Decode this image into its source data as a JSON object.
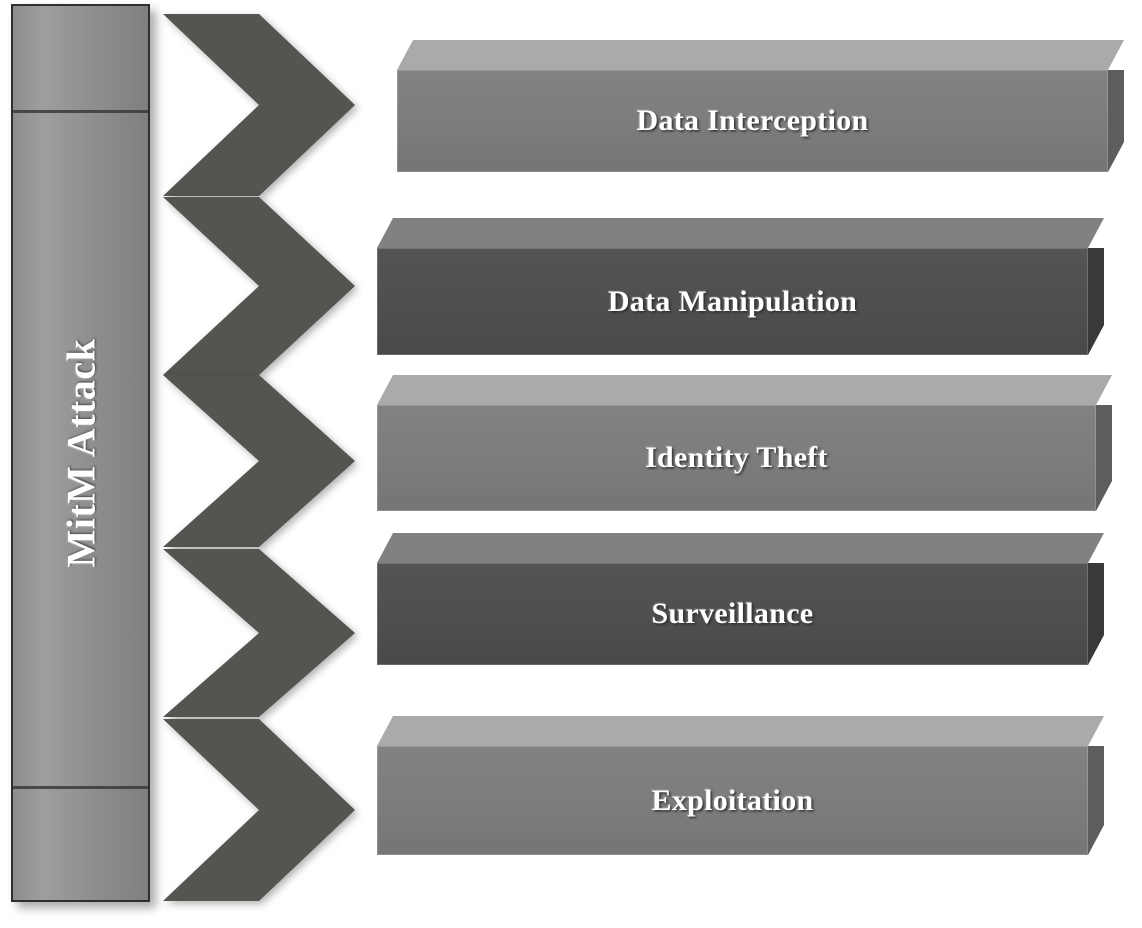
{
  "diagram": {
    "title": "MitM Attack",
    "type": "vertical-chevron-list",
    "root": {
      "label": "MitM Attack",
      "shape": "vertical-bar",
      "fill": "#8f8f8f",
      "text_color": "#ffffff"
    },
    "connector": {
      "shape": "chevron-arrow",
      "count": 5,
      "fill": "#565451"
    },
    "items": [
      {
        "label": "Data Interception",
        "tone": "light",
        "front": "#7c7c7c",
        "top": "#aaaaaa",
        "side": "#5d5d5d"
      },
      {
        "label": "Data Manipulation",
        "tone": "dark",
        "front": "#514f4d",
        "top": "#83817f",
        "side": "#3a3937"
      },
      {
        "label": "Identity Theft",
        "tone": "light",
        "front": "#7c7c7c",
        "top": "#aaaaaa",
        "side": "#5d5d5d"
      },
      {
        "label": "Surveillance",
        "tone": "dark",
        "front": "#514f4d",
        "top": "#83817f",
        "side": "#3a3937"
      },
      {
        "label": "Exploitation",
        "tone": "light",
        "front": "#7c7c7c",
        "top": "#aaaaaa",
        "side": "#5d5d5d"
      }
    ]
  }
}
